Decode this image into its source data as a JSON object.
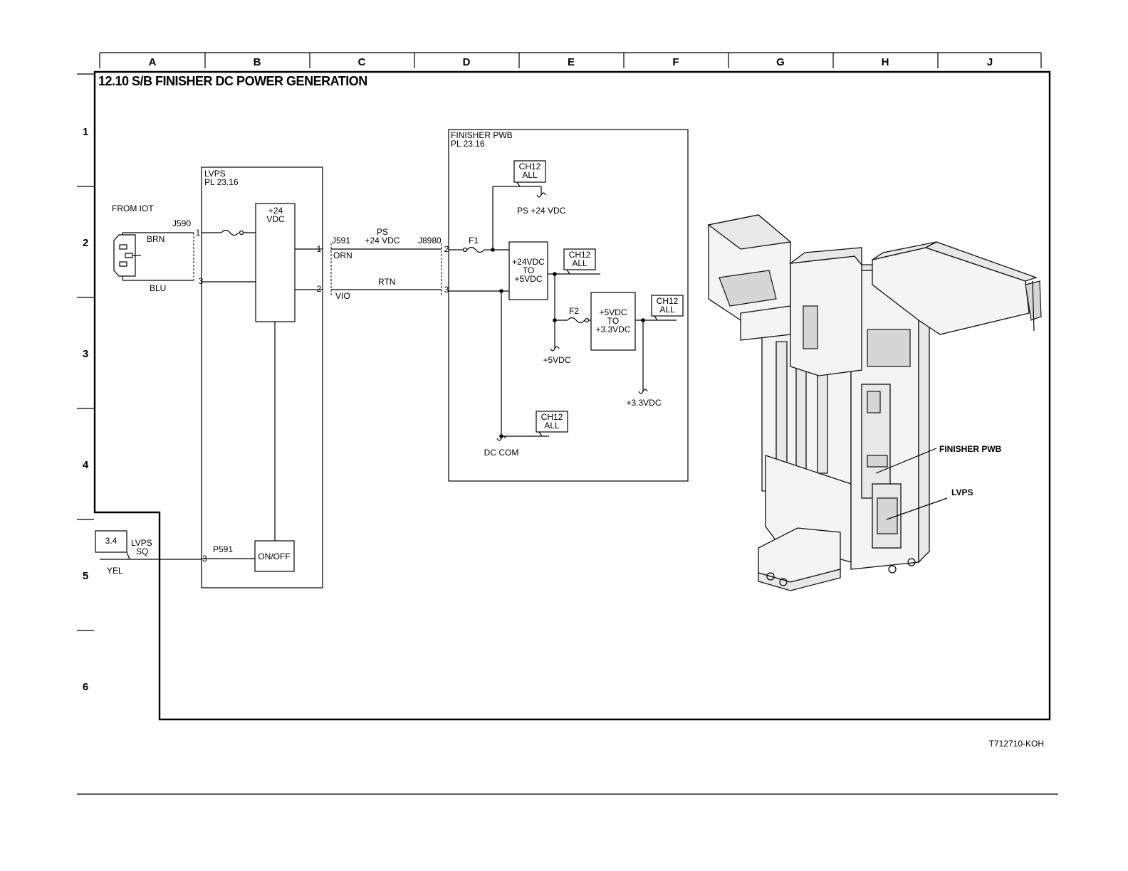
{
  "grid": {
    "columns": [
      "A",
      "B",
      "C",
      "D",
      "E",
      "F",
      "G",
      "H",
      "J"
    ],
    "rows": [
      "1",
      "2",
      "3",
      "4",
      "5",
      "6"
    ]
  },
  "title": "12.10 S/B FINISHER DC POWER GENERATION",
  "from_iot": {
    "label": "FROM IOT",
    "connector": "J590",
    "wire_top": "BRN",
    "wire_bottom": "BLU"
  },
  "lvps": {
    "name": "LVPS",
    "part": "PL 23.16",
    "block_line1": "+24",
    "block_line2": "VDC",
    "switch": "ON/OFF",
    "pin_in_1": "1",
    "pin_in_3": "3",
    "pin_out_1": "1",
    "pin_out_2": "2",
    "pin_sw": "3",
    "sw_connector": "P591"
  },
  "harness": {
    "j591": "J591",
    "ps_line1": "PS",
    "ps_line2": "+24 VDC",
    "j8980": "J8980",
    "orn": "ORN",
    "rtn": "RTN",
    "vio": "VIO"
  },
  "finisher_pwb": {
    "name": "FINISHER PWB",
    "part": "PL 23.16",
    "pin_2": "2",
    "pin_3": "3",
    "fuse1": "F1",
    "fuse2": "F2",
    "ref_line1": "CH12",
    "ref_line2": "ALL",
    "ps24": "PS +24 VDC",
    "conv1_l1": "+24VDC",
    "conv1_l2": "TO",
    "conv1_l3": "+5VDC",
    "conv2_l1": "+5VDC",
    "conv2_l2": "TO",
    "conv2_l3": "+3.3VDC",
    "out_5v": "+5VDC",
    "out_33v": "+3.3VDC",
    "dc_com": "DC COM"
  },
  "lvps_sq": {
    "ref": "3.4",
    "line1": "LVPS",
    "line2": "SQ",
    "wire": "YEL"
  },
  "callouts": {
    "finisher_pwb": "FINISHER PWB",
    "lvps": "LVPS"
  },
  "figure_id": "T712710-KOH"
}
